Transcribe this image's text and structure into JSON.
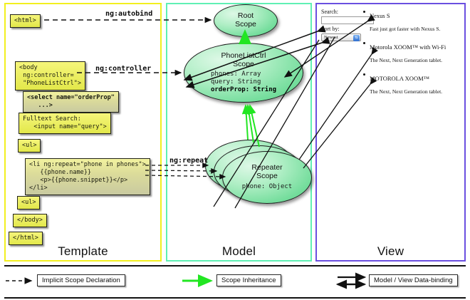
{
  "panels": {
    "template": {
      "label": "Template",
      "border_color": "#f2ef1f"
    },
    "model": {
      "label": "Model",
      "border_color": "#5ff0b4"
    },
    "view": {
      "label": "View",
      "border_color": "#6a4fe0"
    }
  },
  "template_code": [
    {
      "id": "html-open",
      "text": "<html>"
    },
    {
      "id": "body-open",
      "text": "<body\n ng:controller=\n \"PhoneListCtrl\">"
    },
    {
      "id": "select-tag",
      "text": "<select name=\"orderProp\"\n   ...>"
    },
    {
      "id": "search-input",
      "text": "Fulltext Search:\n   <input name=\"query\">"
    },
    {
      "id": "ul-open",
      "text": "<ul>"
    },
    {
      "id": "li-repeat",
      "text": "<li ng:repeat=\"phone in phones\">\n   {{phone.name}}\n   <p>{{phone.snippet}}</p>\n</li>"
    },
    {
      "id": "ul-close",
      "text": "<ul>"
    },
    {
      "id": "body-close",
      "text": "</body>"
    },
    {
      "id": "html-close",
      "text": "</html>"
    }
  ],
  "connector_labels": {
    "autobind": "ng:autobind",
    "controller": "ng:controller",
    "repeat": "ng:repeat"
  },
  "scopes": [
    {
      "id": "root",
      "title": "Root\nScope",
      "props": ""
    },
    {
      "id": "ctrl",
      "title": "PhoneListCtrl\nScope",
      "props": "phones: Array\nquery: String\norderProp: String",
      "bold_prop": "orderProp: String"
    },
    {
      "id": "repeater",
      "title": "Repeater\nScope",
      "props": "phone: Object"
    }
  ],
  "view": {
    "search_label": "Search:",
    "search_value": "",
    "sort_label": "Sort by:",
    "sort_selected": "Newest",
    "sort_options": [
      "Newest"
    ],
    "phones": [
      {
        "name": "Nexus S",
        "snippet": "Fast just got faster with Nexus S."
      },
      {
        "name": "Motorola XOOM™  with Wi-Fi",
        "snippet": "The Next, Next Generation tablet."
      },
      {
        "name": "MOTOROLA XOOM™",
        "snippet": "The Next, Next Generation tablet."
      }
    ]
  },
  "legend": [
    {
      "id": "implicit-scope",
      "label": "Implicit Scope Declaration",
      "marker": "dashed-arrow",
      "color": "#111111"
    },
    {
      "id": "scope-inherit",
      "label": "Scope Inheritance",
      "marker": "green-arrow",
      "color": "#22e622"
    },
    {
      "id": "data-binding",
      "label": "Model / View Data-binding",
      "marker": "double-arrow",
      "color": "#111111"
    }
  ]
}
